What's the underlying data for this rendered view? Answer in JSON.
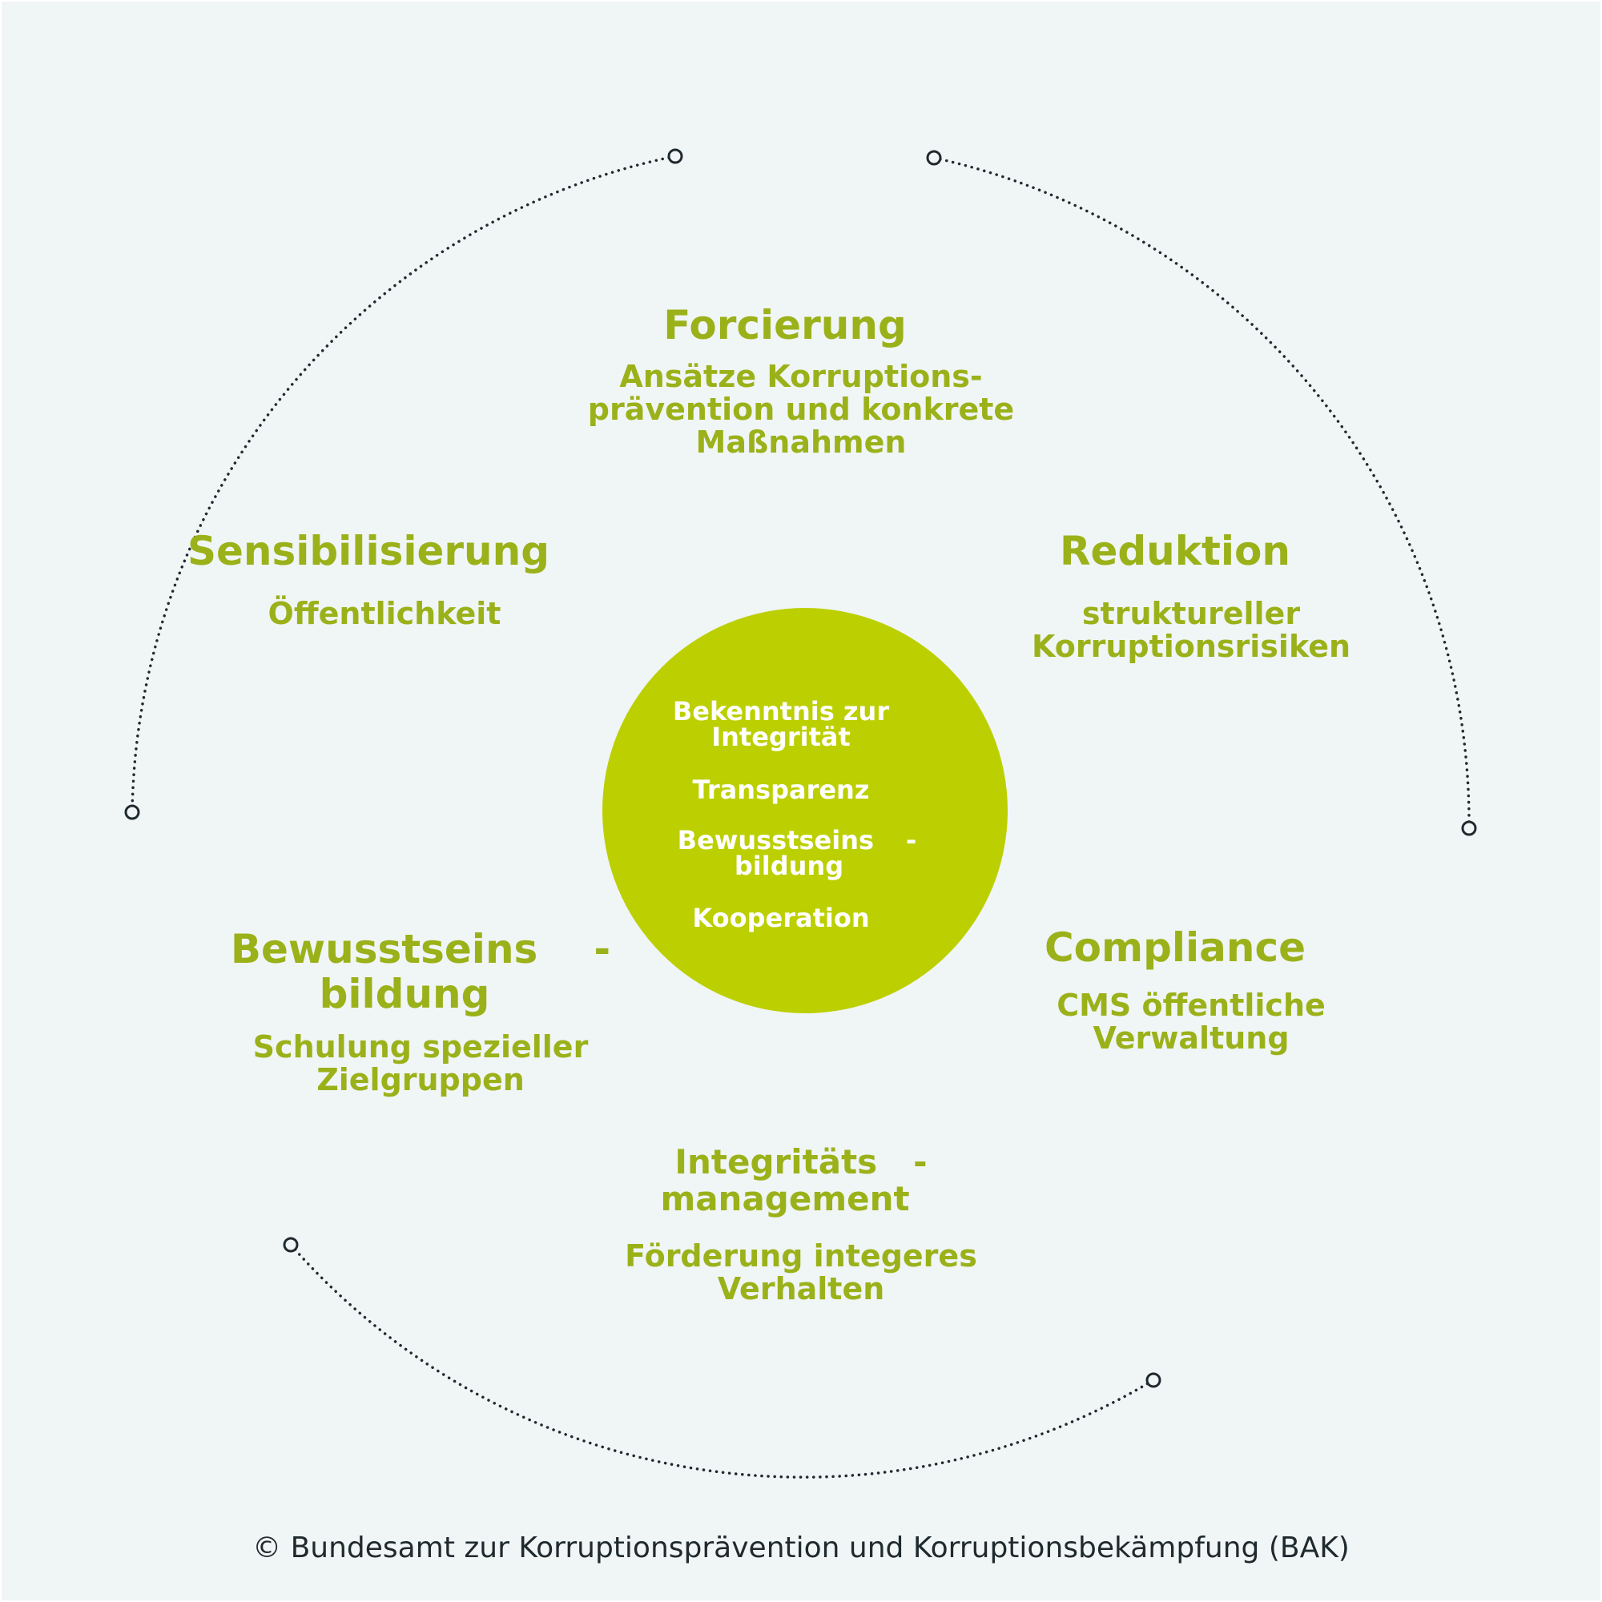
{
  "center": {
    "item1_line1": "Bekenntnis zur",
    "item1_line2": "Integrität",
    "item2": "Transparenz",
    "item3_line1": "Bewusstseins",
    "item3_hyphen": "-",
    "item3_line2": "bildung",
    "item4": "Kooperation"
  },
  "segments": {
    "forcierung": {
      "title": "Forcierung",
      "sub_line1": "Ansätze Korruptions-",
      "sub_line2": "prävention und konkrete",
      "sub_line3": "Maßnahmen"
    },
    "sensibilisierung": {
      "title": "Sensibilisierung",
      "sub": "Öffentlichkeit"
    },
    "reduktion": {
      "title": "Reduktion",
      "sub_line1": "struktureller",
      "sub_line2": "Korruptionsrisiken"
    },
    "compliance": {
      "title": "Compliance",
      "sub_line1": "CMS öffentliche",
      "sub_line2": "Verwaltung"
    },
    "bewusstseinsbildung": {
      "title_line1": "Bewusstseins",
      "title_hyphen": "-",
      "title_line2": "bildung",
      "sub_line1": "Schulung spezieller",
      "sub_line2": "Zielgruppen"
    },
    "integritaetsmanagement": {
      "title_line1": "Integritäts",
      "title_hyphen": "-",
      "title_line2": "management",
      "sub_line1": "Förderung integeres",
      "sub_line2": "Verhalten"
    }
  },
  "footer": {
    "copyright": "© Bundesamt zur Korruptionsprävention und Korruptionsbekämpfung (BAK)"
  },
  "colors": {
    "accent": "#9bb119",
    "circle": "#bccf00",
    "background": "#f0f5f6",
    "arc": "#1f2a2e"
  }
}
